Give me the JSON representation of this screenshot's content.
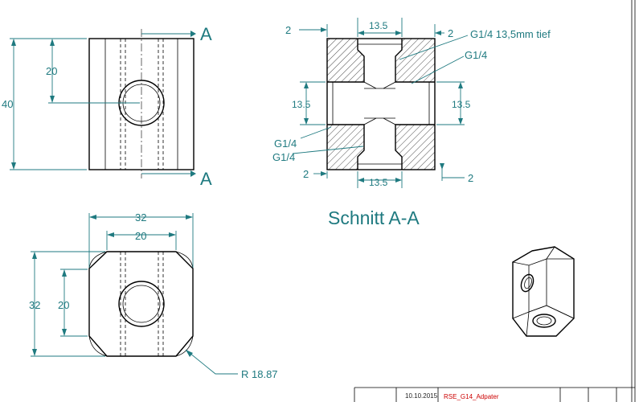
{
  "colors": {
    "dimension": "#1f7a80",
    "outline": "#000000",
    "title_block_name": "#cc0000"
  },
  "cut_marker": {
    "top": "A",
    "bottom": "A"
  },
  "front_view": {
    "height": "40",
    "hole_center": "20"
  },
  "section": {
    "title": "Schnitt A-A",
    "top_left_offset": "2",
    "top_width": "13.5",
    "top_right_offset": "2",
    "thread_note_top": "G1/4  13,5mm tief",
    "thread_note_right": "G1/4",
    "left_height": "13.5",
    "right_height": "13.5",
    "thread_note_left_a": "G1/4",
    "thread_note_left_b": "G1/4",
    "bottom_left_offset": "2",
    "bottom_width": "13.5",
    "bottom_right_offset": "2"
  },
  "top_view": {
    "width": "32",
    "inner_width": "20",
    "height": "32",
    "inner_height": "20",
    "radius": "R 18.87"
  },
  "title_block": {
    "date": "10.10.2015",
    "name": "RSE_G14_Adpater"
  }
}
